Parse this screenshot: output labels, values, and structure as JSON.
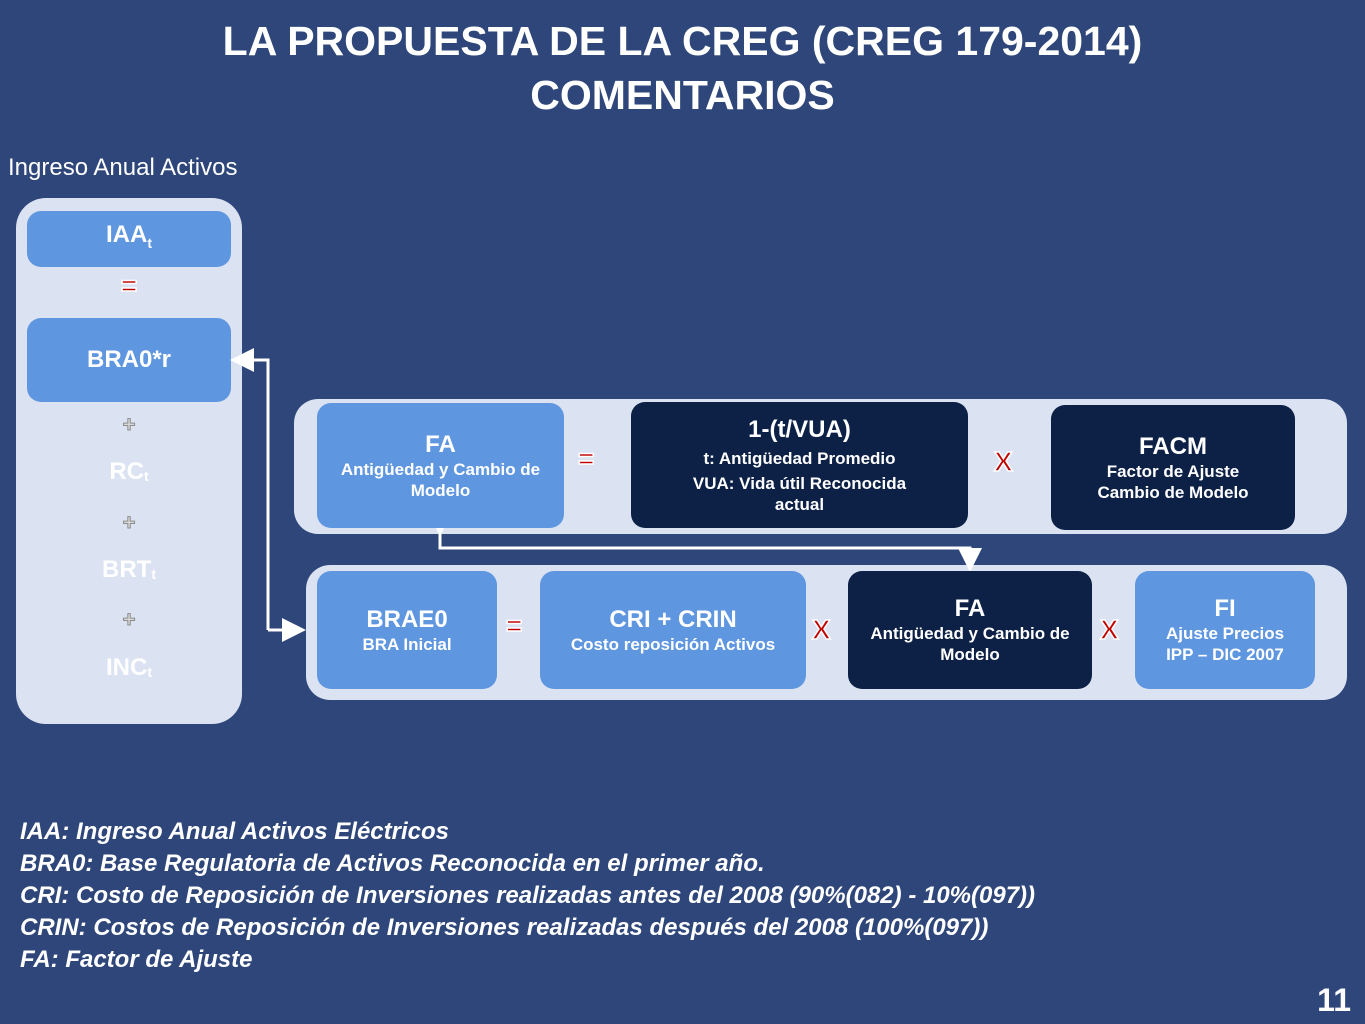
{
  "title": {
    "line1": "LA PROPUESTA DE LA CREG (CREG 179-2014)",
    "line2": "COMENTARIOS"
  },
  "section_label": "Ingreso Anual Activos",
  "left_column": {
    "iaa": "IAA",
    "iaa_sub": "t",
    "equals": "=",
    "bra0r": "BRA0*r",
    "plus": "+",
    "rc": "RC",
    "rc_sub": "t",
    "brt": "BRT",
    "brt_sub": "t",
    "inc": "INC",
    "inc_sub": "t"
  },
  "row1": {
    "fa_title": "FA",
    "fa_desc": "Antigüedad y Cambio de Modelo",
    "equals": "=",
    "vua_title": "1-(t/VUA)",
    "vua_line1": "t: Antigüedad Promedio",
    "vua_line2": "VUA: Vida útil Reconocida actual",
    "times": "X",
    "facm_title": "FACM",
    "facm_desc": "Factor de Ajuste Cambio de Modelo"
  },
  "row2": {
    "brae_title": "BRAE0",
    "brae_desc": "BRA Inicial",
    "equals": "=",
    "cri_title": "CRI + CRIN",
    "cri_desc": "Costo reposición Activos",
    "times1": "X",
    "fa_title": "FA",
    "fa_desc": "Antigüedad y Cambio de Modelo",
    "times2": "X",
    "fi_title": "FI",
    "fi_desc": "Ajuste Precios IPP – DIC 2007"
  },
  "notes": [
    "IAA: Ingreso Anual Activos Eléctricos",
    "BRA0: Base Regulatoria de Activos Reconocida en el primer  año.",
    "CRI: Costo de Reposición de Inversiones realizadas antes del 2008 (90%(082) - 10%(097))",
    "CRIN: Costos de Reposición de Inversiones realizadas después del 2008 (100%(097))",
    "FA: Factor de Ajuste"
  ],
  "page_number": "11"
}
